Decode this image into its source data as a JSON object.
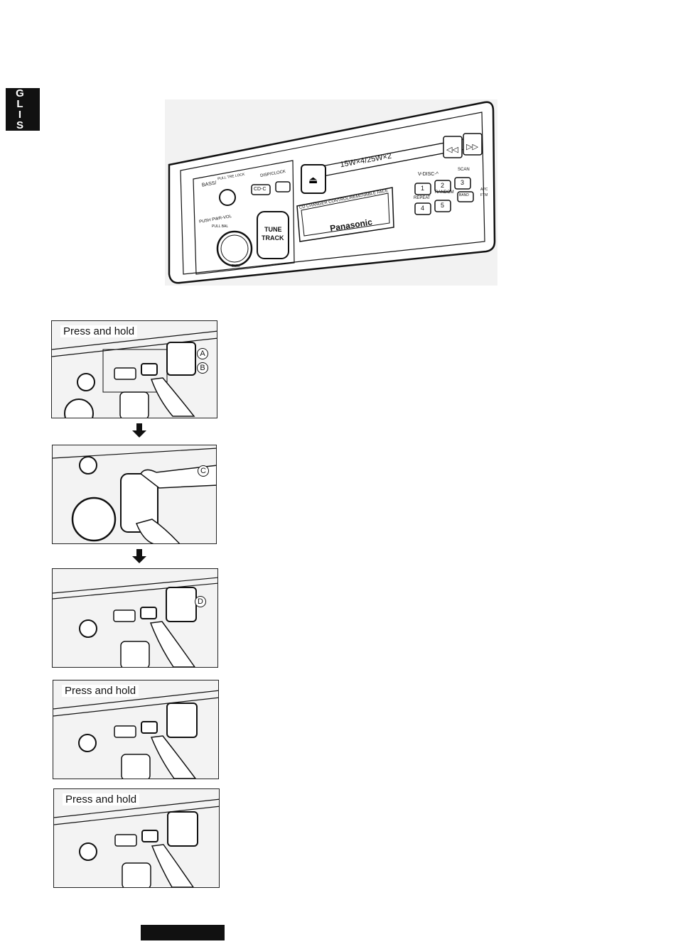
{
  "side_tab": {
    "letters": [
      "G",
      "L",
      "I",
      "S"
    ]
  },
  "unit": {
    "brand": "Panasonic",
    "buttons": {
      "bass": "BASS/",
      "bass_small": "PULL TRE LOCK",
      "disp_clock": "DISP/CLOCK",
      "cd_c": "CD-C",
      "pwr_vol": "PUSH PWR-VOL",
      "bal": "PULL BAL",
      "tune": "TUNE",
      "track": "TRACK",
      "disc": "V-DISC-^",
      "scan": "SCAN",
      "repeat": "REPEAT",
      "random": "RANDOM",
      "band": "BAND",
      "apc": "APC",
      "ftm": "FTM",
      "preset_1": "1",
      "preset_2": "2",
      "preset_3": "3",
      "preset_4": "4",
      "preset_5": "5",
      "changer_text": "CD CHANGER CONTROL/REMOVABLE FACE",
      "power_spec": "15W×4/25W×2",
      "e150": "E150"
    }
  },
  "steps": [
    {
      "label": "Press and hold",
      "markers": [
        "A",
        "B"
      ]
    },
    {
      "label": "",
      "markers": [
        "C"
      ]
    },
    {
      "label": "",
      "markers": [
        "D"
      ]
    },
    {
      "label": "Press and hold",
      "markers": []
    },
    {
      "label": "Press and hold",
      "markers": []
    }
  ]
}
